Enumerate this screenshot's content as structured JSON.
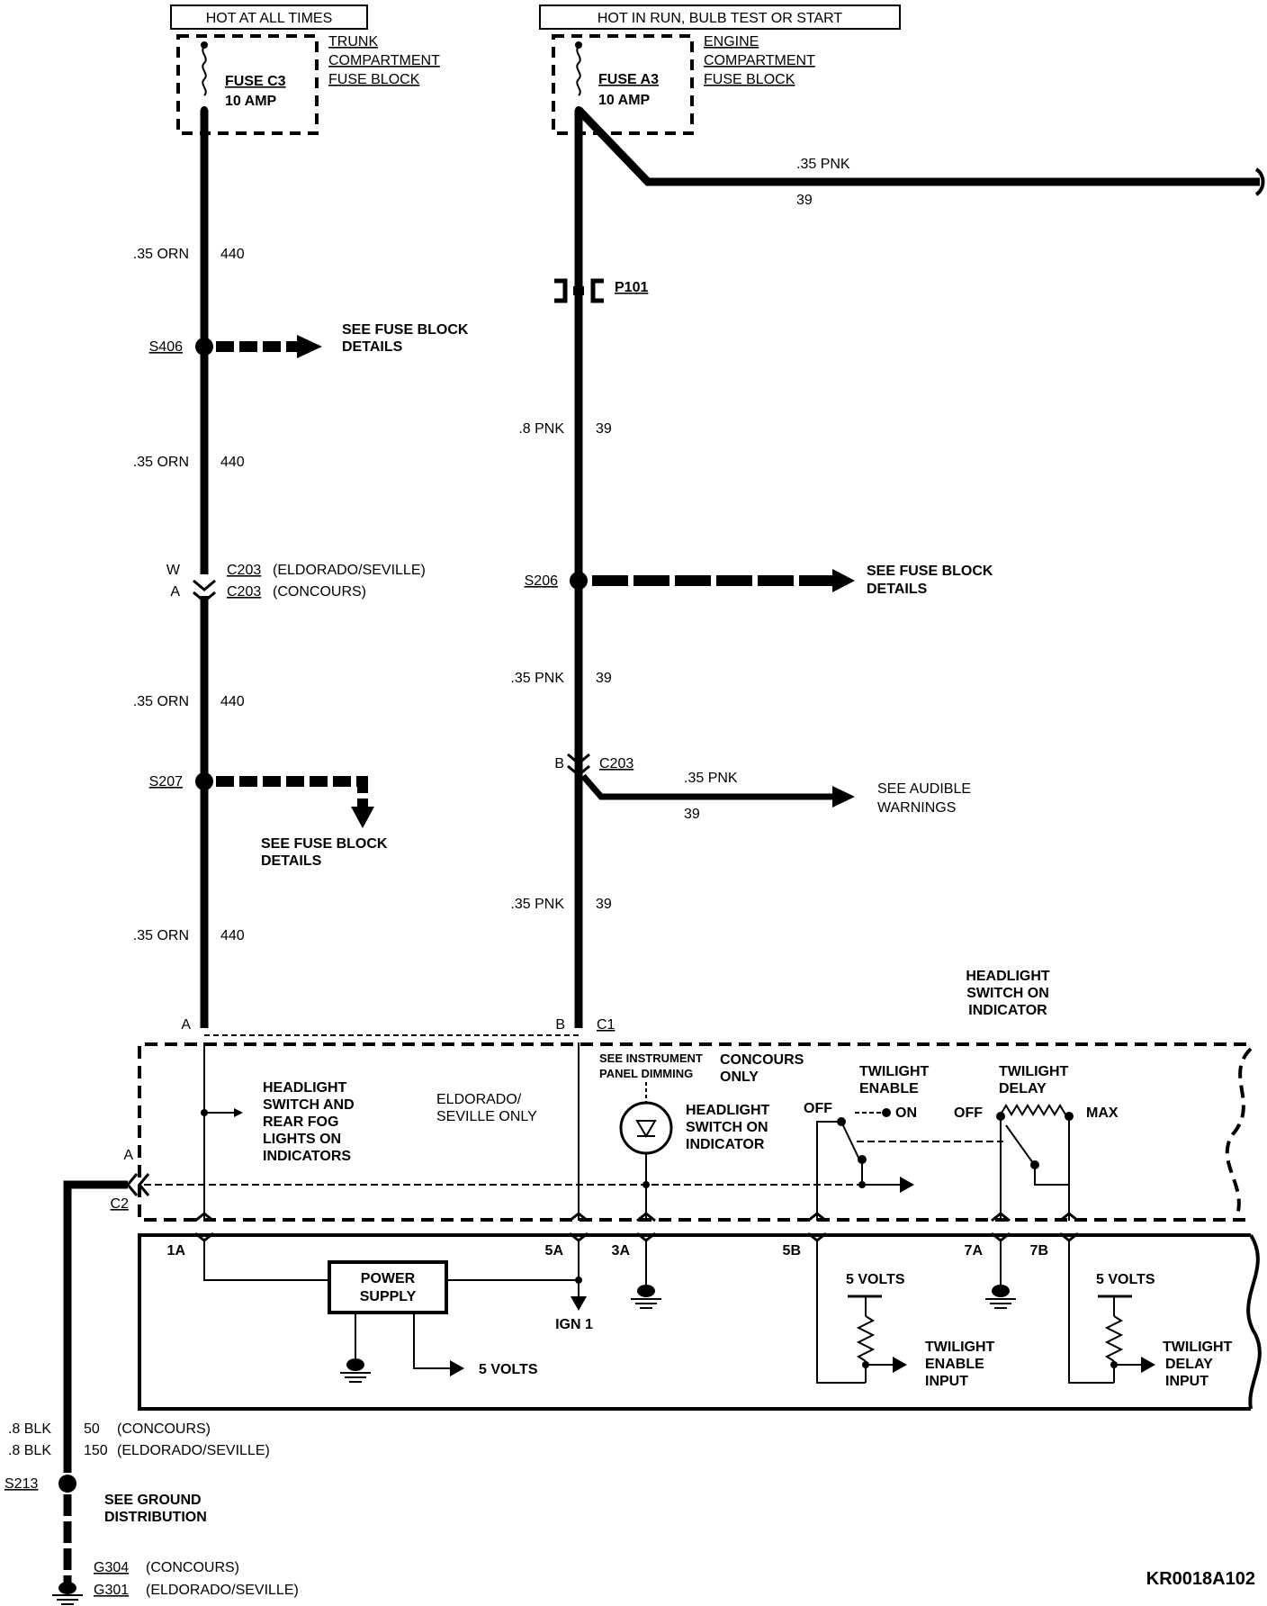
{
  "header_left": "HOT AT ALL TIMES",
  "header_right": "HOT IN RUN,  BULB TEST OR START",
  "trunk_block": [
    "TRUNK",
    "COMPARTMENT",
    "FUSE BLOCK"
  ],
  "engine_block": [
    "ENGINE",
    "COMPARTMENT",
    "FUSE BLOCK"
  ],
  "fuse_c3": [
    "FUSE C3",
    "10 AMP"
  ],
  "fuse_a3": [
    "FUSE A3",
    "10 AMP"
  ],
  "wire_labels": {
    "orn": ".35 ORN",
    "orn_circuit": "440",
    "pnk_thin": ".35 PNK",
    "pnk_thick": ".8 PNK",
    "pnk_circuit": "39",
    "blk": ".8 BLK",
    "blk_circuit_50": "50",
    "blk_circuit_150": "150",
    "concours": "(CONCOURS)",
    "eldorado_seville": "(ELDORADO/SEVILLE)"
  },
  "connectors": {
    "p101": "P101",
    "s406": "S406",
    "s207": "S207",
    "s206": "S206",
    "s213": "S213",
    "c203": "C203",
    "c1": "C1",
    "c2": "C2",
    "g304": "G304",
    "g301": "G301",
    "pin_w": "W",
    "pin_a": "A",
    "pin_b": "B"
  },
  "callouts": {
    "see_fuse_block": [
      "SEE FUSE BLOCK",
      "DETAILS"
    ],
    "see_audible": [
      "SEE AUDIBLE",
      "WARNINGS"
    ],
    "see_ground": [
      "SEE GROUND",
      "DISTRIBUTION"
    ]
  },
  "switch": {
    "hs_on_indicator_title": [
      "HEADLIGHT",
      "SWITCH ON",
      "INDICATOR"
    ],
    "headlight_rear_fog": [
      "HEADLIGHT",
      "SWITCH AND",
      "REAR FOG",
      "LIGHTS ON",
      "INDICATORS"
    ],
    "eldorado_only": [
      "ELDORADO/",
      "SEVILLE ONLY"
    ],
    "see_instrument": [
      "SEE INSTRUMENT",
      "PANEL DIMMING"
    ],
    "concours_only": [
      "CONCOURS",
      "ONLY"
    ],
    "hs_on_indicator": [
      "HEADLIGHT",
      "SWITCH ON",
      "INDICATOR"
    ],
    "twilight_enable": [
      "TWILIGHT",
      "ENABLE"
    ],
    "twilight_delay": [
      "TWILIGHT",
      "DELAY"
    ],
    "off": "OFF",
    "on": "ON",
    "max": "MAX"
  },
  "module": {
    "pins": [
      "1A",
      "5A",
      "3A",
      "5B",
      "7A",
      "7B"
    ],
    "power_supply": [
      "POWER",
      "SUPPLY"
    ],
    "ign1": "IGN 1",
    "five_volts": "5 VOLTS",
    "twilight_enable_input": [
      "TWILIGHT",
      "ENABLE",
      "INPUT"
    ],
    "twilight_delay_input": [
      "TWILIGHT",
      "DELAY",
      "INPUT"
    ]
  },
  "diagram_code": "KR0018A102"
}
